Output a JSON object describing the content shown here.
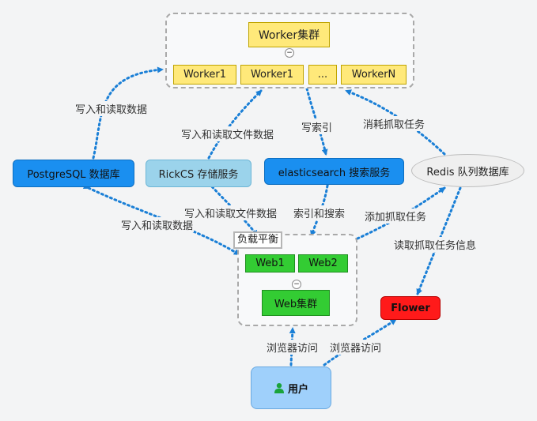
{
  "worker_group": {
    "title": "Worker集群",
    "workers": [
      "Worker1",
      "Worker1",
      "...",
      "WorkerN"
    ],
    "collapse_symbol": "−"
  },
  "services": {
    "postgres": "PostgreSQL 数据库",
    "rickcs": "RickCS 存储服务",
    "elastic": "elasticsearch 搜索服务",
    "redis": "Redis 队列数据库",
    "flower": "Flower"
  },
  "web_group": {
    "load_balancer": "负载平衡",
    "webs": [
      "Web1",
      "Web2"
    ],
    "title": "Web集群",
    "collapse_symbol": "−"
  },
  "user": {
    "label": "用户"
  },
  "edge_labels": {
    "pg_worker": "写入和读取数据",
    "rickcs_worker": "写入和读取文件数据",
    "worker_es": "写索引",
    "redis_worker": "消耗抓取任务",
    "pg_web": "写入和读取数据",
    "rickcs_web": "写入和读取文件数据",
    "es_web": "索引和搜索",
    "web_redis": "添加抓取任务",
    "redis_flower": "读取抓取任务信息",
    "user_web": "浏览器访问",
    "user_flower": "浏览器访问"
  },
  "colors": {
    "edge": "#1a7fd6",
    "worker": "#ffe97a",
    "web": "#33cc33",
    "service": "#1a8ff0",
    "rickcs": "#9bd3eb",
    "flower": "#ff1a1a",
    "user": "#9fd0fb"
  }
}
